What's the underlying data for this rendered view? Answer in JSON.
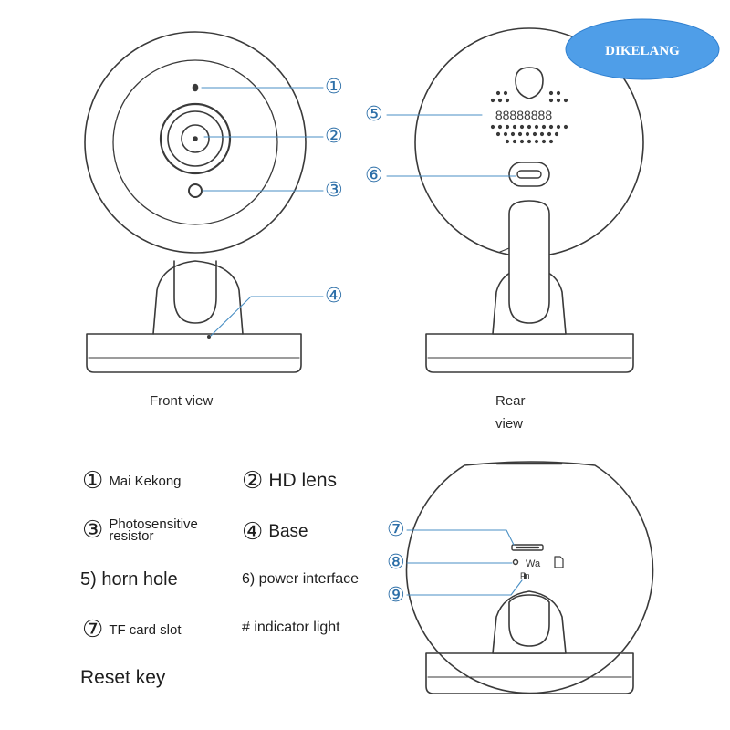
{
  "brand": {
    "logo_text": "DIKELANG",
    "fill": "#4f9ee8",
    "text_color": "#ffffff"
  },
  "colors": {
    "outline": "#3a3a3a",
    "callout": "#4a8fc4",
    "callout_text": "#3a78b0"
  },
  "front_view": {
    "caption": "Front view",
    "callouts": [
      "①",
      "②",
      "③",
      "④"
    ]
  },
  "rear_view": {
    "caption_line1": "Rear",
    "caption_line2": "view",
    "callouts": [
      "⑤",
      "⑥"
    ],
    "speaker_text": "88888888"
  },
  "bottom_view": {
    "callouts": [
      "⑦",
      "⑧",
      "⑨"
    ],
    "marks": {
      "wa": "Wa",
      "fn": "Fn"
    }
  },
  "legend": [
    {
      "num": "①",
      "text": "Mai Kekong"
    },
    {
      "num": "②",
      "text": "HD lens"
    },
    {
      "num": "③",
      "text": "Photosensitive",
      "text2": "resistor"
    },
    {
      "num": "④",
      "text": "Base"
    },
    {
      "num": "",
      "text": "5) horn hole"
    },
    {
      "num": "",
      "text": "6) power interface"
    },
    {
      "num": "⑦",
      "text": "TF card slot"
    },
    {
      "num": "",
      "text": "# indicator light"
    },
    {
      "num": "",
      "text": "Reset key"
    }
  ]
}
